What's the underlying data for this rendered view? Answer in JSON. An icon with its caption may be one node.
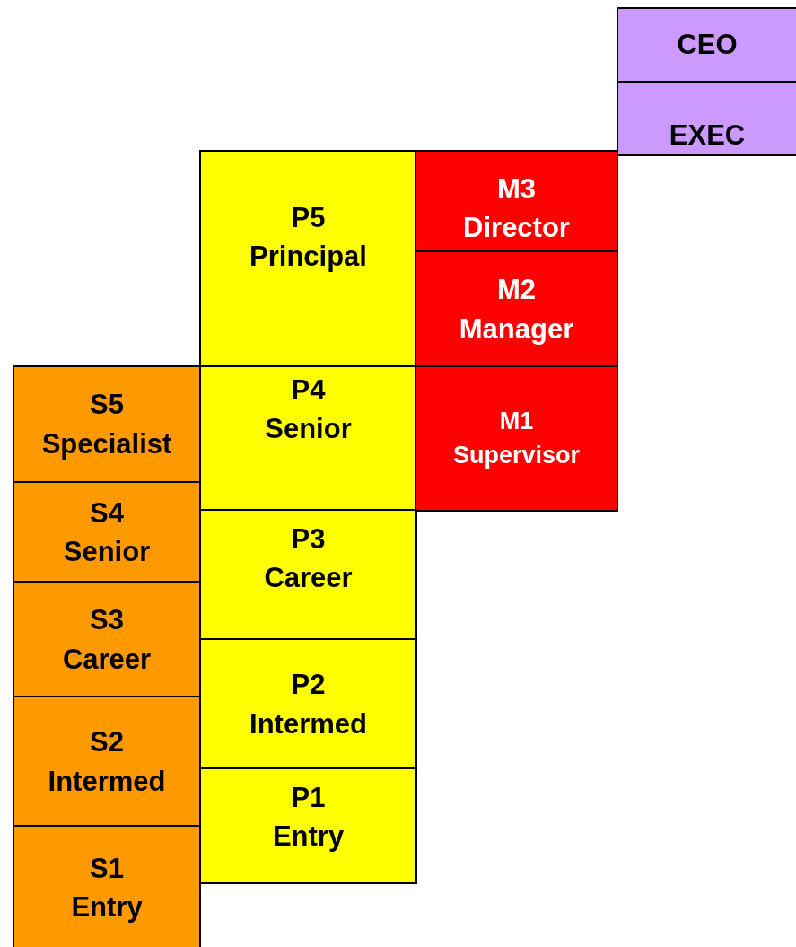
{
  "diagram": {
    "nodes": [
      {
        "text": [
          "CEO"
        ]
      },
      {
        "text": [
          "EXEC"
        ]
      },
      {
        "text": [
          "P5",
          "Principal"
        ]
      },
      {
        "text": [
          "M3",
          "Director"
        ]
      },
      {
        "text": [
          "M2",
          "Manager"
        ]
      },
      {
        "text": [
          "S5",
          "Specialist"
        ]
      },
      {
        "text": [
          "P4",
          "Senior"
        ]
      },
      {
        "text": [
          "M1",
          "Supervisor"
        ]
      },
      {
        "text": [
          "S4",
          "Senior"
        ]
      },
      {
        "text": [
          "P3",
          "Career"
        ]
      },
      {
        "text": [
          "S3",
          "Career"
        ]
      },
      {
        "text": [
          "P2",
          "Intermed"
        ]
      },
      {
        "text": [
          "S2",
          "Intermed"
        ]
      },
      {
        "text": [
          "P1",
          "Entry"
        ]
      },
      {
        "text": [
          "S1",
          "Entry"
        ]
      }
    ]
  }
}
